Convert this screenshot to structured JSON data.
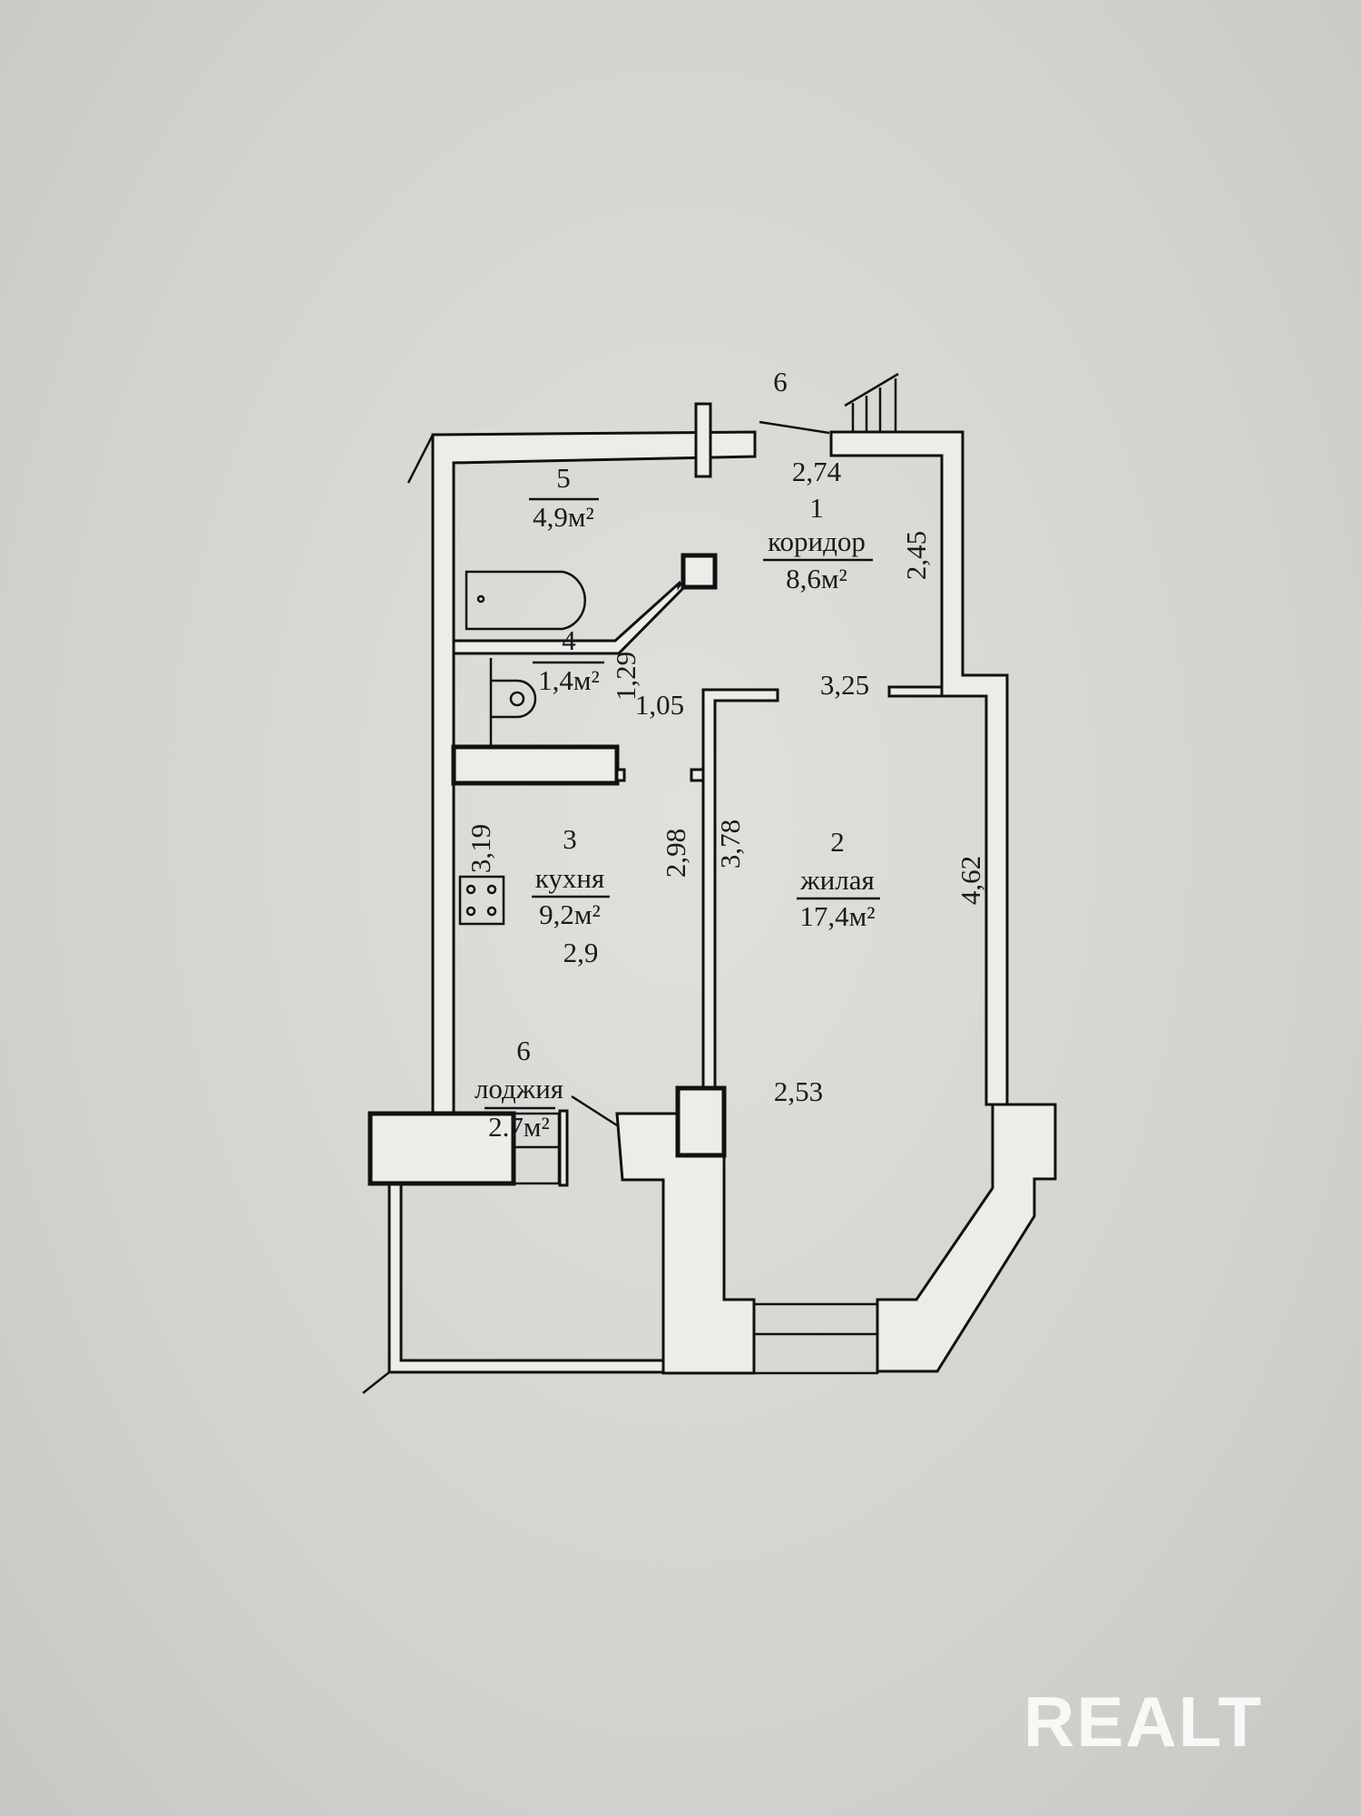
{
  "plan": {
    "rooms": [
      {
        "number": "1",
        "name": "коридор",
        "area": "8,6м²"
      },
      {
        "number": "2",
        "name": "жилая",
        "area": "17,4м²"
      },
      {
        "number": "3",
        "name": "кухня",
        "area": "9,2м²"
      },
      {
        "number": "4",
        "name": "",
        "area": "1,4м²"
      },
      {
        "number": "5",
        "name": "",
        "area": "4,9м²"
      },
      {
        "number": "6",
        "name": "лоджия",
        "area": "2.7м²"
      }
    ],
    "entrance_label": "6",
    "dimensions": {
      "d274": "2,74",
      "d245": "2,45",
      "d325": "3,25",
      "d129": "1,29",
      "d105": "1,05",
      "d319": "3,19",
      "d298": "2,98",
      "d378": "3,78",
      "d462": "4,62",
      "d290": "2,9",
      "d253": "2,53"
    }
  },
  "watermark": "REALT"
}
